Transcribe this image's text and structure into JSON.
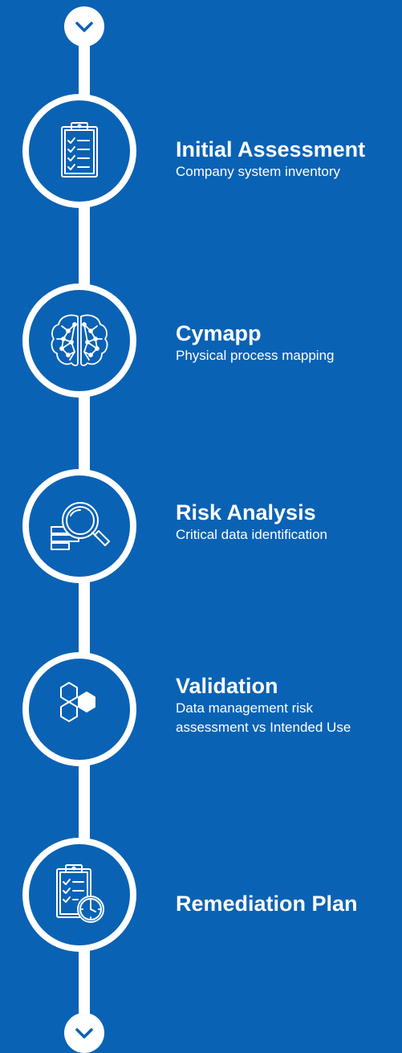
{
  "theme": {
    "background": "#0a62b4",
    "foreground": "#ffffff"
  },
  "steps": [
    {
      "icon": "clipboard-checklist-icon",
      "title": "Initial Assessment",
      "description": [
        "Company system inventory"
      ]
    },
    {
      "icon": "brain-icon",
      "title": "Cymapp",
      "description": [
        "Physical process mapping"
      ]
    },
    {
      "icon": "magnifier-data-icon",
      "title": "Risk Analysis",
      "description": [
        "Critical data identification"
      ]
    },
    {
      "icon": "hexagons-icon",
      "title": "Validation",
      "description": [
        "Data management risk",
        "assessment vs Intended Use"
      ]
    },
    {
      "icon": "clipboard-clock-icon",
      "title": "Remediation Plan",
      "description": []
    }
  ],
  "connectors": [
    {
      "icon": "chevron-down-icon"
    },
    {
      "icon": "chevron-down-icon"
    }
  ]
}
